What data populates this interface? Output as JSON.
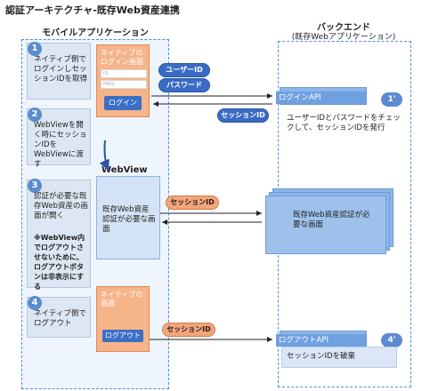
{
  "title": "認証アーキテクチャ-既存Web資産連携",
  "mobile": {
    "heading": "モバイルアプリケーション",
    "steps": [
      {
        "num": "1",
        "text": "ネイティブ側でログインしセッションIDを取得"
      },
      {
        "num": "2",
        "text": "WebViewを開く時にセッションIDをWebViewに渡す"
      },
      {
        "num": "3",
        "text": "認証が必要な既存Web資産の画面が開く",
        "note": "※WebView内でログアウトさせないために、ログアウトボタンは非表示にする"
      },
      {
        "num": "4",
        "text": "ネイティブ側でログアウト"
      }
    ],
    "login_screen": {
      "label": "ネイティブのログイン画面",
      "id_placeholder": "ID",
      "pass_placeholder": "PASS",
      "button": "ログイン"
    },
    "webview_label": "WebView",
    "webview_screen_text": "既存Web資産認証が必要な画面",
    "logout_screen": {
      "label": "ネイティブの画面",
      "button": "ログアウト"
    }
  },
  "backend": {
    "heading": "バックエンド",
    "subheading": "(既存Webアプリケーション)",
    "login_api": "ログインAPI",
    "login_num": "1'",
    "login_desc": "ユーザーIDとパスワードをチェックして、セッションIDを発行",
    "web_asset_text": "既存Web資産認証が必要な画面",
    "logout_api": "ログアウトAPI",
    "logout_num": "4'",
    "logout_desc": "セッションIDを破棄"
  },
  "pills": {
    "user_id": "ユーザーID",
    "password": "パスワード",
    "session_id_back": "セッションID",
    "session_id_step3": "セッションID",
    "session_id_step4": "セッションID"
  },
  "colors": {
    "blue_accent": "#3a6bc4",
    "orange_pill": "#f4a57a",
    "border_dash": "#4a90d9"
  }
}
